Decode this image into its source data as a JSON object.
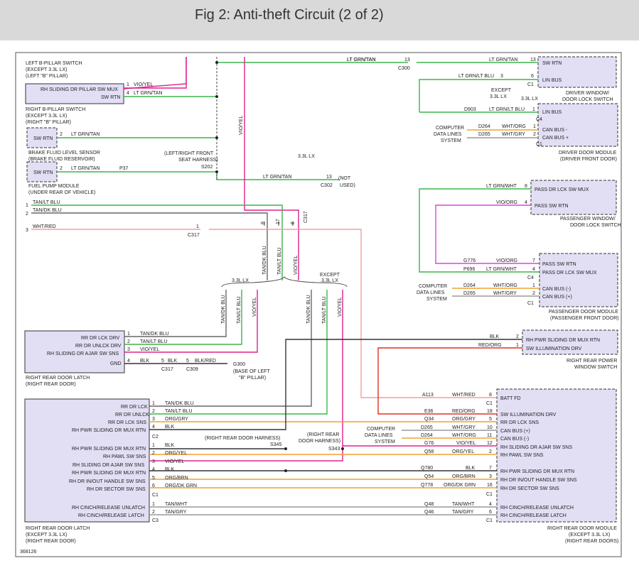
{
  "banner": {
    "title": "Fig 2: Anti-theft Circuit (2 of 2)"
  },
  "colors": {
    "frame": "#555555",
    "module_fill": "#e2dff5",
    "module_stroke": "#333333",
    "pink": "#e0208f",
    "green": "#3cb54a",
    "gray": "#8c8c8c",
    "lightpink": "#f0a0a0",
    "orange": "#f0a030",
    "red": "#e03020",
    "black": "#333333",
    "violet": "#e040e0"
  },
  "labels": [
    {
      "id": "left-b-pillar-switch",
      "text": "LEFT B-PILLAR SWITCH"
    },
    {
      "id": "left-b-pillar-sub1",
      "text": "(EXCEPT 3.3L LX)"
    },
    {
      "id": "left-b-pillar-sub2",
      "text": "(LEFT \"B\" PILLAR)"
    },
    {
      "id": "rh-sliding-dr-pillar-sw-mux",
      "text": "RH SLIDING DR PILLAR SW MUX"
    },
    {
      "id": "sw-rtn-1",
      "text": "SW RTN"
    },
    {
      "id": "pin-1a",
      "text": "1"
    },
    {
      "id": "wire-vio-yel-1",
      "text": "VIO/YEL"
    },
    {
      "id": "pin-4a",
      "text": "4"
    },
    {
      "id": "wire-lt-grn-tan-1",
      "text": "LT GRN/TAN"
    },
    {
      "id": "right-b-pillar-switch",
      "text": "RIGHT B-PILLAR SWITCH"
    },
    {
      "id": "right-b-pillar-sub1",
      "text": "(EXCEPT 3.3L LX)"
    },
    {
      "id": "right-b-pillar-sub2",
      "text": "(RIGHT \"B\" PILLAR)"
    },
    {
      "id": "sw-rtn-2",
      "text": "SW RTN"
    },
    {
      "id": "pin-2a",
      "text": "2"
    },
    {
      "id": "wire-lt-grn-tan-2",
      "text": "LT GRN/TAN"
    },
    {
      "id": "brake-fluid-sensor",
      "text": "BRAKE FLUID LEVEL SENSOR"
    },
    {
      "id": "brake-fluid-sub",
      "text": "(BRAKE FLUID RESERVOIR)"
    },
    {
      "id": "left-right-front",
      "text": "(LEFT/RIGHT FRONT"
    },
    {
      "id": "seat-harness",
      "text": "SEAT HARNESS)"
    },
    {
      "id": "s202",
      "text": "S202"
    },
    {
      "id": "sw-rtn-3",
      "text": "SW RTN"
    },
    {
      "id": "pin-2b",
      "text": "2"
    },
    {
      "id": "wire-lt-grn-tan-3",
      "text": "LT GRN/TAN"
    },
    {
      "id": "p37",
      "text": "P37"
    },
    {
      "id": "fuel-pump-module",
      "text": "FUEL PUMP MODULE"
    },
    {
      "id": "fuel-pump-sub",
      "text": "(UNDER REAR OF VEHICLE)"
    },
    {
      "id": "vio-yel-vert-1",
      "text": "VIO/YEL"
    },
    {
      "id": "wire-lt-grn-tan-4",
      "text": "LT GRN/TAN"
    },
    {
      "id": "c300-13",
      "text": "13"
    },
    {
      "id": "c300",
      "text": "C300"
    },
    {
      "id": "lx-33-1",
      "text": "3.3L LX"
    },
    {
      "id": "wire-lt-grn-tan-5",
      "text": "LT GRN/TAN"
    },
    {
      "id": "c302-13",
      "text": "13"
    },
    {
      "id": "c302",
      "text": "C302"
    },
    {
      "id": "not",
      "text": "(NOT"
    },
    {
      "id": "used",
      "text": "USED)"
    },
    {
      "id": "wire-tan-lt-blu-1",
      "text": "TAN/LT BLU"
    },
    {
      "id": "wire-tan-dk-blu-1",
      "text": "TAN/DK BLU"
    },
    {
      "id": "pin-1b",
      "text": "1"
    },
    {
      "id": "pin-2c",
      "text": "2"
    },
    {
      "id": "pin-3a",
      "text": "3"
    },
    {
      "id": "wire-wht-red-1",
      "text": "WHT/RED"
    },
    {
      "id": "c317-1",
      "text": "1"
    },
    {
      "id": "c317-a",
      "text": "C317"
    },
    {
      "id": "c317-8",
      "text": "8"
    },
    {
      "id": "c317-17",
      "text": "17"
    },
    {
      "id": "c317-6",
      "text": "6"
    },
    {
      "id": "c317-b",
      "text": "C317"
    },
    {
      "id": "tan-dk-blu-vert-1",
      "text": "TAN/DK BLU"
    },
    {
      "id": "tan-lt-blu-vert-1",
      "text": "TAN/LT BLU"
    },
    {
      "id": "vio-yel-vert-2",
      "text": "VIO/YEL"
    },
    {
      "id": "lx-33-2",
      "text": "3.3L LX"
    },
    {
      "id": "except",
      "text": "EXCEPT"
    },
    {
      "id": "lx-33-3",
      "text": "3.3L LX"
    },
    {
      "id": "tan-dk-blu-vert-2",
      "text": "TAN/DK BLU"
    },
    {
      "id": "tan-lt-blu-vert-2",
      "text": "TAN/LT BLU"
    },
    {
      "id": "vio-yel-vert-3",
      "text": "VIO/YEL"
    },
    {
      "id": "tan-dk-blu-vert-3",
      "text": "TAN/DK BLU"
    },
    {
      "id": "tan-lt-blu-vert-3",
      "text": "TAN/LT BLU"
    },
    {
      "id": "vio-yel-vert-4",
      "text": "VIO/YEL"
    },
    {
      "id": "rr-dr-lck-drv",
      "text": "RR DR LCK DRV"
    },
    {
      "id": "rr-dr-unlck-drv",
      "text": "RR DR UNLCK DRV"
    },
    {
      "id": "rh-sliding-dr-ajar-sw-sns-1",
      "text": "RH SLIDING DR AJAR SW SNS"
    },
    {
      "id": "gnd",
      "text": "GND"
    },
    {
      "id": "rr-pin-1",
      "text": "1"
    },
    {
      "id": "rr-pin-2",
      "text": "2"
    },
    {
      "id": "rr-pin-3",
      "text": "3"
    },
    {
      "id": "rr-pin-4",
      "text": "4"
    },
    {
      "id": "wire-tan-dk-blu-2",
      "text": "TAN/DK BLU"
    },
    {
      "id": "wire-tan-lt-blu-2",
      "text": "TAN/LT BLU"
    },
    {
      "id": "wire-vio-yel-2",
      "text": "VIO/YEL"
    },
    {
      "id": "wire-blk-1",
      "text": "BLK"
    },
    {
      "id": "pin-5a",
      "text": "5"
    },
    {
      "id": "c317-c",
      "text": "C317"
    },
    {
      "id": "wire-blk-2",
      "text": "BLK"
    },
    {
      "id": "pin-5b",
      "text": "5"
    },
    {
      "id": "wire-blk-red",
      "text": "BLK/RED"
    },
    {
      "id": "c309",
      "text": "C309"
    },
    {
      "id": "g300",
      "text": "G300"
    },
    {
      "id": "base-of-left",
      "text": "(BASE OF LEFT"
    },
    {
      "id": "b-pillar",
      "text": "\"B\" PILLAR)"
    },
    {
      "id": "right-rear-door-latch-1",
      "text": "RIGHT REAR DOOR LATCH"
    },
    {
      "id": "right-rear-door-1",
      "text": "(RIGHT REAR DOOR)"
    },
    {
      "id": "rr-dr-lck",
      "text": "RR DR LCK"
    },
    {
      "id": "rr-dr-unlck",
      "text": "RR DR UNLCK"
    },
    {
      "id": "rr-dr-lck-sns",
      "text": "RR DR LCK SNS"
    },
    {
      "id": "rh-pwr-sliding-dr-mux-rtn-1",
      "text": "RH PWR SLIDING DR MUX RTN"
    },
    {
      "id": "rh-pwr-sliding-dr-mux-rtn-2",
      "text": "RH PWR SLIDING DR MUX RTN"
    },
    {
      "id": "rh-pawl-sw-sns-1",
      "text": "RH PAWL SW SNS"
    },
    {
      "id": "rh-sliding-dr-ajar-sw-sns-2",
      "text": "RH SLIDING DR AJAR SW SNS"
    },
    {
      "id": "rh-pwr-sliding-dr-mux-rtn-3",
      "text": "RH PWR SLIDING DR MUX RTN"
    },
    {
      "id": "rh-dr-in-out-handle-sw-sns-1",
      "text": "RH DR IN/OUT HANDLE SW SNS"
    },
    {
      "id": "rh-dr-sector-sw-sns-1",
      "text": "RH DR SECTOR SW SNS"
    },
    {
      "id": "rh-cinch-release-unlatch-1",
      "text": "RH CINCH/RELEASE UNLATCH"
    },
    {
      "id": "rh-cinch-release-latch-1",
      "text": "RH CINCH/RELEASE LATCH"
    },
    {
      "id": "ml-pin-1",
      "text": "1"
    },
    {
      "id": "ml-pin-2",
      "text": "2"
    },
    {
      "id": "ml-pin-3",
      "text": "3"
    },
    {
      "id": "ml-pin-4",
      "text": "4"
    },
    {
      "id": "ml-pin-1b",
      "text": "1"
    },
    {
      "id": "ml-pin-2b",
      "text": "2"
    },
    {
      "id": "ml-pin-3b",
      "text": "3"
    },
    {
      "id": "ml-pin-4b",
      "text": "4"
    },
    {
      "id": "ml-pin-5",
      "text": "5"
    },
    {
      "id": "ml-pin-6",
      "text": "6"
    },
    {
      "id": "ml-pin-1c",
      "text": "1"
    },
    {
      "id": "ml-pin-2c",
      "text": "2"
    },
    {
      "id": "wire-tan-dk-blu-3",
      "text": "TAN/DK BLU"
    },
    {
      "id": "wire-tan-lt-blu-3",
      "text": "TAN/LT BLU"
    },
    {
      "id": "wire-org-gry-1",
      "text": "ORG/GRY"
    },
    {
      "id": "wire-blk-3",
      "text": "BLK"
    },
    {
      "id": "c2",
      "text": "C2"
    },
    {
      "id": "wire-blk-4",
      "text": "BLK"
    },
    {
      "id": "wire-org-yel-1",
      "text": "ORG/YEL"
    },
    {
      "id": "wire-vio-yel-3",
      "text": "VIO/YEL"
    },
    {
      "id": "wire-blk-5",
      "text": "BLK"
    },
    {
      "id": "wire-org-brn-1",
      "text": "ORG/BRN"
    },
    {
      "id": "wire-org-dk-grn-1",
      "text": "ORG/DK GRN"
    },
    {
      "id": "c1-a",
      "text": "C1"
    },
    {
      "id": "wire-tan-wht-1",
      "text": "TAN/WHT"
    },
    {
      "id": "wire-tan-gry-1",
      "text": "TAN/GRY"
    },
    {
      "id": "c3",
      "text": "C3"
    },
    {
      "id": "right-rear-door-harness",
      "text": "(RIGHT REAR DOOR HARNESS)"
    },
    {
      "id": "s345",
      "text": "S345"
    },
    {
      "id": "right-rear",
      "text": "(RIGHT REAR"
    },
    {
      "id": "door-harness",
      "text": "DOOR HARNESS)"
    },
    {
      "id": "s343",
      "text": "S343"
    },
    {
      "id": "right-rear-door-latch-2",
      "text": "RIGHT REAR DOOR LATCH"
    },
    {
      "id": "except-33-lx-1",
      "text": "(EXCEPT 3.3L LX)"
    },
    {
      "id": "right-rear-door-2",
      "text": "(RIGHT REAR DOOR)"
    },
    {
      "id": "id-368126",
      "text": "368126"
    },
    {
      "id": "sw-rtn-drv",
      "text": "SW RTN"
    },
    {
      "id": "lin-bus-drv",
      "text": "LIN BUS"
    },
    {
      "id": "wire-lt-grn-tan-6",
      "text": "LT GRN/TAN"
    },
    {
      "id": "pin-13c",
      "text": "13"
    },
    {
      "id": "wire-lt-grn-tan-7",
      "text": "LT GRN/TAN"
    },
    {
      "id": "wire-lt-grn-lt-blu-1",
      "text": "LT GRN/LT BLU"
    },
    {
      "id": "pin-3c",
      "text": "3"
    },
    {
      "id": "pin-6a",
      "text": "6"
    },
    {
      "id": "c1-b",
      "text": "C1"
    },
    {
      "id": "except-2",
      "text": "EXCEPT"
    },
    {
      "id": "lx-33-4",
      "text": "3.3L LX"
    },
    {
      "id": "lx-33-5",
      "text": "3.3L LX"
    },
    {
      "id": "c4",
      "text": "C4"
    },
    {
      "id": "driver-window",
      "text": "DRIVER WINDOW/"
    },
    {
      "id": "door-lock-switch-1",
      "text": "DOOR LOCK SWITCH"
    },
    {
      "id": "d903",
      "text": "D903"
    },
    {
      "id": "wire-lt-grn-lt-blu-2",
      "text": "LT GRN/LT BLU"
    },
    {
      "id": "pin-1d",
      "text": "1"
    },
    {
      "id": "lin-bus-2",
      "text": "LIN BUS"
    },
    {
      "id": "computer-1",
      "text": "COMPUTER"
    },
    {
      "id": "data-lines-1",
      "text": "DATA LINES"
    },
    {
      "id": "system-1",
      "text": "SYSTEM"
    },
    {
      "id": "d264-1",
      "text": "D264"
    },
    {
      "id": "wire-wht-org-1",
      "text": "WHT/ORG"
    },
    {
      "id": "pin-1e",
      "text": "1"
    },
    {
      "id": "can-bus-minus-1",
      "text": "CAN BUS -"
    },
    {
      "id": "d265-1",
      "text": "D265"
    },
    {
      "id": "wire-wht-gry-1",
      "text": "WHT/GRY"
    },
    {
      "id": "pin-2d",
      "text": "2"
    },
    {
      "id": "can-bus-plus-1",
      "text": "CAN BUS +"
    },
    {
      "id": "c1-c",
      "text": "C1"
    },
    {
      "id": "driver-door-module",
      "text": "DRIVER DOOR MODULE"
    },
    {
      "id": "driver-front-door",
      "text": "(DRIVER FRONT DOOR)"
    },
    {
      "id": "wire-lt-grn-wht-1",
      "text": "LT GRN/WHT"
    },
    {
      "id": "pin-8a",
      "text": "8"
    },
    {
      "id": "pass-dr-lck-sw-mux-1",
      "text": "PASS DR LCK SW MUX"
    },
    {
      "id": "wire-vio-org-1",
      "text": "VIO/ORG"
    },
    {
      "id": "pin-4c",
      "text": "4"
    },
    {
      "id": "pass-sw-rtn-1",
      "text": "PASS SW RTN"
    },
    {
      "id": "passenger-window",
      "text": "PASSENGER WINDOW/"
    },
    {
      "id": "door-lock-switch-2",
      "text": "DOOR LOCK SWITCH"
    },
    {
      "id": "g776",
      "text": "G776"
    },
    {
      "id": "wire-vio-org-2",
      "text": "VIO/ORG"
    },
    {
      "id": "pin-7a",
      "text": "7"
    },
    {
      "id": "pass-sw-rtn-2",
      "text": "PASS SW RTN"
    },
    {
      "id": "p696",
      "text": "P696"
    },
    {
      "id": "wire-lt-grn-wht-2",
      "text": "LT GRN/WHT"
    },
    {
      "id": "pin-4d",
      "text": "4"
    },
    {
      "id": "pass-dr-lck-sw-mux-2",
      "text": "PASS DR LCK SW MUX"
    },
    {
      "id": "c4-b",
      "text": "C4"
    },
    {
      "id": "computer-2",
      "text": "COMPUTER"
    },
    {
      "id": "data-lines-2",
      "text": "DATA LINES"
    },
    {
      "id": "system-2",
      "text": "SYSTEM"
    },
    {
      "id": "d264-2",
      "text": "D264"
    },
    {
      "id": "wire-wht-org-2",
      "text": "WHT/ORG"
    },
    {
      "id": "pin-1f",
      "text": "1"
    },
    {
      "id": "can-bus-minus-2",
      "text": "CAN BUS (-)"
    },
    {
      "id": "d265-2",
      "text": "D265"
    },
    {
      "id": "wire-wht-gry-2",
      "text": "WHT/GRY"
    },
    {
      "id": "pin-2e",
      "text": "2"
    },
    {
      "id": "can-bus-plus-2",
      "text": "CAN BUS (+)"
    },
    {
      "id": "c1-d",
      "text": "C1"
    },
    {
      "id": "passenger-door-module",
      "text": "PASSENGER DOOR MODULE"
    },
    {
      "id": "passenger-front-door",
      "text": "(PASSENGER FRONT DOOR)"
    },
    {
      "id": "wire-blk-6",
      "text": "BLK"
    },
    {
      "id": "pin-2f",
      "text": "2"
    },
    {
      "id": "rh-pwr-sliding-dr-mux-rtn-4",
      "text": "RH PWR SLIDING DR MUX RTN"
    },
    {
      "id": "wire-red-org-1",
      "text": "RED/ORG"
    },
    {
      "id": "pin-1g",
      "text": "1"
    },
    {
      "id": "sw-illumination-drv-1",
      "text": "SW ILLUMINATION DRV"
    },
    {
      "id": "right-rear-power",
      "text": "RIGHT REAR POWER"
    },
    {
      "id": "window-switch",
      "text": "WINDOW SWITCH"
    },
    {
      "id": "a113",
      "text": "A113"
    },
    {
      "id": "wire-wht-red-2",
      "text": "WHT/RED"
    },
    {
      "id": "pin-8b",
      "text": "8"
    },
    {
      "id": "c1-e",
      "text": "C1"
    },
    {
      "id": "batt-fd",
      "text": "BATT FD"
    },
    {
      "id": "e36",
      "text": "E36"
    },
    {
      "id": "wire-red-org-2",
      "text": "RED/ORG"
    },
    {
      "id": "pin-18",
      "text": "18"
    },
    {
      "id": "sw-illumination-drv-2",
      "text": "SW ILLUMINATION DRV"
    },
    {
      "id": "q34",
      "text": "Q34"
    },
    {
      "id": "wire-org-gry-2",
      "text": "ORG/GRY"
    },
    {
      "id": "pin-5c",
      "text": "5"
    },
    {
      "id": "rr-dr-lck-sns-2",
      "text": "RR DR LCK SNS"
    },
    {
      "id": "computer-3",
      "text": "COMPUTER"
    },
    {
      "id": "data-lines-3",
      "text": "DATA LINES"
    },
    {
      "id": "system-3",
      "text": "SYSTEM"
    },
    {
      "id": "d265-3",
      "text": "D265"
    },
    {
      "id": "wire-wht-gry-3",
      "text": "WHT/GRY"
    },
    {
      "id": "pin-10",
      "text": "10"
    },
    {
      "id": "can-bus-plus-3",
      "text": "CAN BUS (+)"
    },
    {
      "id": "d264-3",
      "text": "D264"
    },
    {
      "id": "wire-wht-org-3",
      "text": "WHT/ORG"
    },
    {
      "id": "pin-11",
      "text": "11"
    },
    {
      "id": "can-bus-minus-3",
      "text": "CAN BUS (-)"
    },
    {
      "id": "g76",
      "text": "G76"
    },
    {
      "id": "wire-vio-yel-4",
      "text": "VIO/YEL"
    },
    {
      "id": "pin-12",
      "text": "12"
    },
    {
      "id": "rh-sliding-dr-ajar-sw-sns-3",
      "text": "RH SLIDING DR AJAR SW SNS"
    },
    {
      "id": "q58",
      "text": "Q58"
    },
    {
      "id": "wire-org-yel-2",
      "text": "ORG/YEL"
    },
    {
      "id": "pin-2g",
      "text": "2"
    },
    {
      "id": "rh-pawl-sw-sns-2",
      "text": "RH PAWL SW SNS"
    },
    {
      "id": "q780",
      "text": "Q780"
    },
    {
      "id": "wire-blk-7",
      "text": "BLK"
    },
    {
      "id": "pin-7b",
      "text": "7"
    },
    {
      "id": "rh-pwr-sliding-dr-mux-rtn-5",
      "text": "RH PWR SLIDING DR MUX RTN"
    },
    {
      "id": "q54",
      "text": "Q54"
    },
    {
      "id": "wire-org-brn-2",
      "text": "ORG/BRN"
    },
    {
      "id": "pin-3d",
      "text": "3"
    },
    {
      "id": "rh-dr-in-out-handle-sw-sns-2",
      "text": "RH DR IN/OUT HANDLE SW SNS"
    },
    {
      "id": "q778",
      "text": "Q778"
    },
    {
      "id": "wire-org-dk-grn-2",
      "text": "ORG/DK GRN"
    },
    {
      "id": "pin-16",
      "text": "16"
    },
    {
      "id": "rh-dr-sector-sw-sns-2",
      "text": "RH DR SECTOR SW SNS"
    },
    {
      "id": "c1-f",
      "text": "C1"
    },
    {
      "id": "q48",
      "text": "Q48"
    },
    {
      "id": "wire-tan-wht-2",
      "text": "TAN/WHT"
    },
    {
      "id": "pin-4e",
      "text": "4"
    },
    {
      "id": "rh-cinch-release-unlatch-2",
      "text": "RH CINCH/RELEASE UNLATCH"
    },
    {
      "id": "q46",
      "text": "Q46"
    },
    {
      "id": "wire-tan-gry-2",
      "text": "TAN/GRY"
    },
    {
      "id": "pin-6b",
      "text": "6"
    },
    {
      "id": "rh-cinch-release-latch-2",
      "text": "RH CINCH/RELEASE LATCH"
    },
    {
      "id": "c1-g",
      "text": "C1"
    },
    {
      "id": "right-rear-door-module",
      "text": "RIGHT REAR DOOR MODULE"
    },
    {
      "id": "except-33-lx-2",
      "text": "(EXCEPT 3.3L LX)"
    },
    {
      "id": "right-rear-doors",
      "text": "(RIGHT REAR DOORS)"
    }
  ]
}
